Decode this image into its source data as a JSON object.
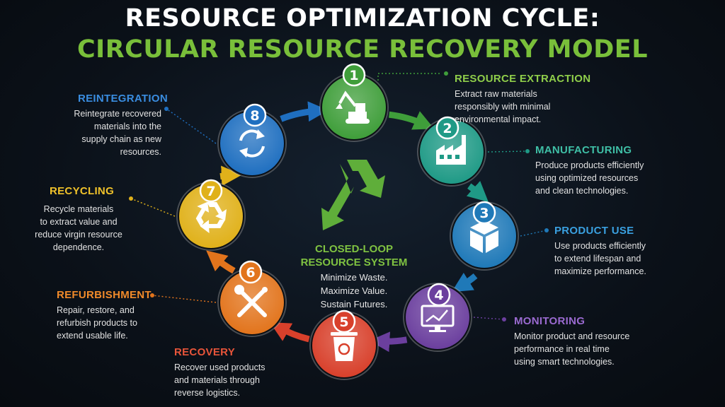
{
  "title_line1": "RESOURCE OPTIMIZATION CYCLE:",
  "title_line2": "CIRCULAR RESOURCE RECOVERY MODEL",
  "center": {
    "title": "CLOSED-LOOP\nRESOURCE SYSTEM",
    "lines": [
      "Minimize Waste.",
      "Maximize Value.",
      "Sustain Futures."
    ]
  },
  "stages": [
    {
      "number": "1",
      "label": "RESOURCE EXTRACTION",
      "description": "Extract raw materials\nresponsibly with minimal\nenvironmental impact.",
      "color": "#3f9e3a",
      "icon": "excavator-icon"
    },
    {
      "number": "2",
      "label": "MANUFACTURING",
      "description": "Produce products efficiently\nusing optimized resources\nand clean technologies.",
      "color": "#1f9a86",
      "icon": "factory-icon"
    },
    {
      "number": "3",
      "label": "PRODUCT USE",
      "description": "Use products efficiently\nto extend lifespan and\nmaximize performance.",
      "color": "#1f79b8",
      "icon": "box-icon"
    },
    {
      "number": "4",
      "label": "MONITORING",
      "description": "Monitor product and resource\nperformance in real time\nusing smart technologies.",
      "color": "#6b3f9e",
      "icon": "monitor-chart-icon"
    },
    {
      "number": "5",
      "label": "RECOVERY",
      "description": "Recover used products\nand materials through\nreverse logistics.",
      "color": "#d8402b",
      "icon": "recycle-bin-icon"
    },
    {
      "number": "6",
      "label": "REFURBISHMENT",
      "description": "Repair, restore, and\nrefurbish products to\nextend usable life.",
      "color": "#e2741c",
      "icon": "wrench-screwdriver-icon"
    },
    {
      "number": "7",
      "label": "RECYCLING",
      "description": "Recycle materials\nto extract value and\nreduce virgin resource\ndependence.",
      "color": "#e0b11a",
      "icon": "recycle-icon"
    },
    {
      "number": "8",
      "label": "REINTEGRATION",
      "description": "Reintegrate recovered\nmaterials into the\nsupply chain as new\nresources.",
      "color": "#1f6fc0",
      "icon": "refresh-arrows-icon"
    }
  ],
  "colors": {
    "background": "#0b1119",
    "title2": "#79bf3a",
    "center_recycle": "#5fae3a"
  }
}
